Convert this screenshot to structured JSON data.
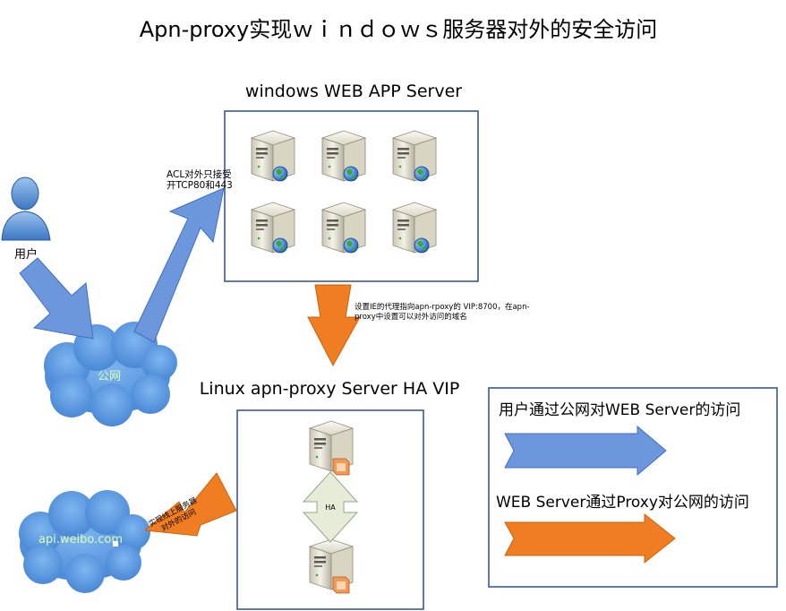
{
  "title": "Apn-proxy实现ｗｉｎｄｏｗｓ服务器对外的安全访问",
  "windows_group": {
    "label": "windows WEB APP Server",
    "server_count": 6
  },
  "linux_group": {
    "label": "Linux apn-proxy Server  HA VIP",
    "server_count": 2,
    "ha_label": "HA"
  },
  "user": {
    "label": "用户",
    "icon": "user-icon"
  },
  "clouds": {
    "public": {
      "label": "公网",
      "icon": "cloud-icon"
    },
    "api": {
      "label": "api.weibo.com",
      "icon": "cloud-icon"
    }
  },
  "annotations": {
    "acl": [
      "ACL对外只接受",
      "开TCP80和443"
    ],
    "proxy_setting": [
      "设置IE的代理指向apn-rpoxy的 VIP:8700，在apn-",
      "proxy中设置可以对外访问的域名"
    ],
    "outbound": [
      "实现线上服务器",
      "对外的访问"
    ]
  },
  "legend": {
    "blue_label": "用户通过公网对WEB Server的访问",
    "orange_label": "WEB Server通过Proxy对公网的访问"
  },
  "colors": {
    "blue_arrow": "#6d97dc",
    "orange_arrow": "#f07d21",
    "box_border": "#2f4f8f",
    "cloud": "#5b9be0"
  }
}
